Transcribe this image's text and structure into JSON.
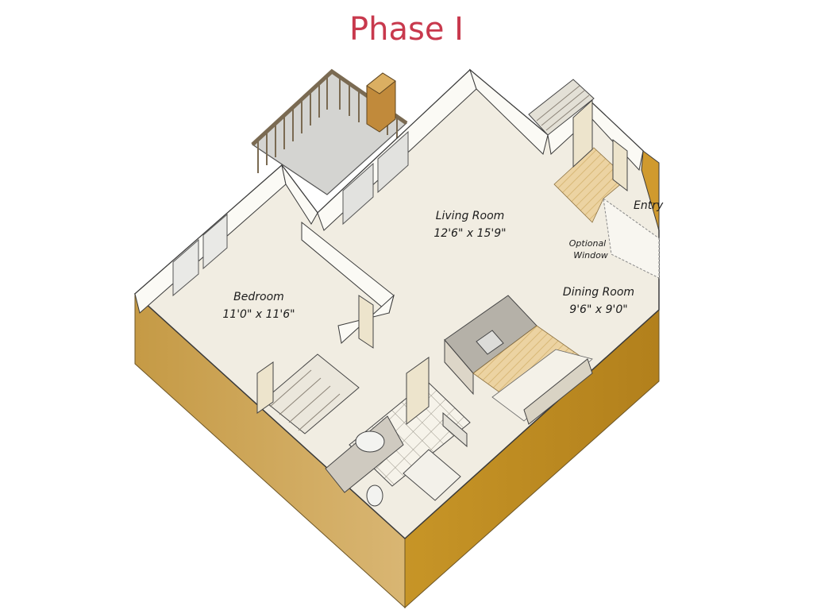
{
  "title": "Phase I",
  "rooms": {
    "living": {
      "name": "Living Room",
      "size": "12'6\" x 15'9\""
    },
    "bedroom": {
      "name": "Bedroom",
      "size": "11'0\" x 11'6\""
    },
    "dining": {
      "name": "Dining Room",
      "size": "9'6\" x 9'0\""
    }
  },
  "labels": {
    "entry": "Entry",
    "optional_line1": "Optional",
    "optional_line2": "Window"
  },
  "colors": {
    "title": "#c8394d",
    "floor": "#f1ede2",
    "outer_wall": "#c99a3c",
    "balcony": "#d4d4d1",
    "wood_floor": "#e8cf9c"
  }
}
